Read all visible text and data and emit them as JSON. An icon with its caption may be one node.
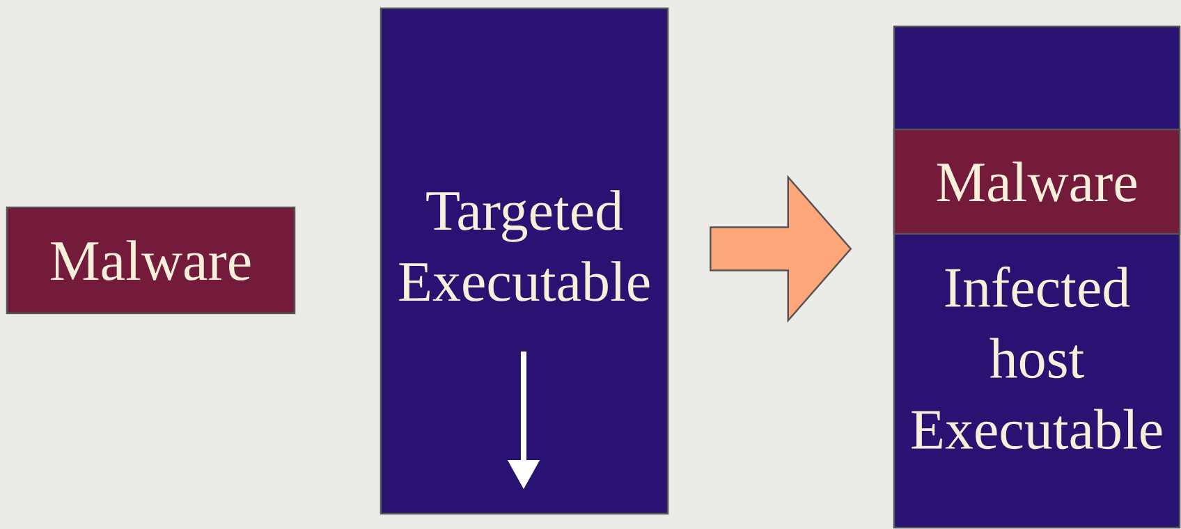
{
  "diagram": {
    "nodes": [
      {
        "text": [
          "Malware"
        ]
      },
      {
        "text": [
          "Targeted Executable"
        ]
      },
      {
        "text": [
          "Infected host Executable"
        ]
      },
      {
        "text": [
          "Malware"
        ],
        "in": 2
      }
    ],
    "edges": [
      {
        "from": 1,
        "to": 2,
        "arrow": "to",
        "style": "thick"
      }
    ]
  }
}
